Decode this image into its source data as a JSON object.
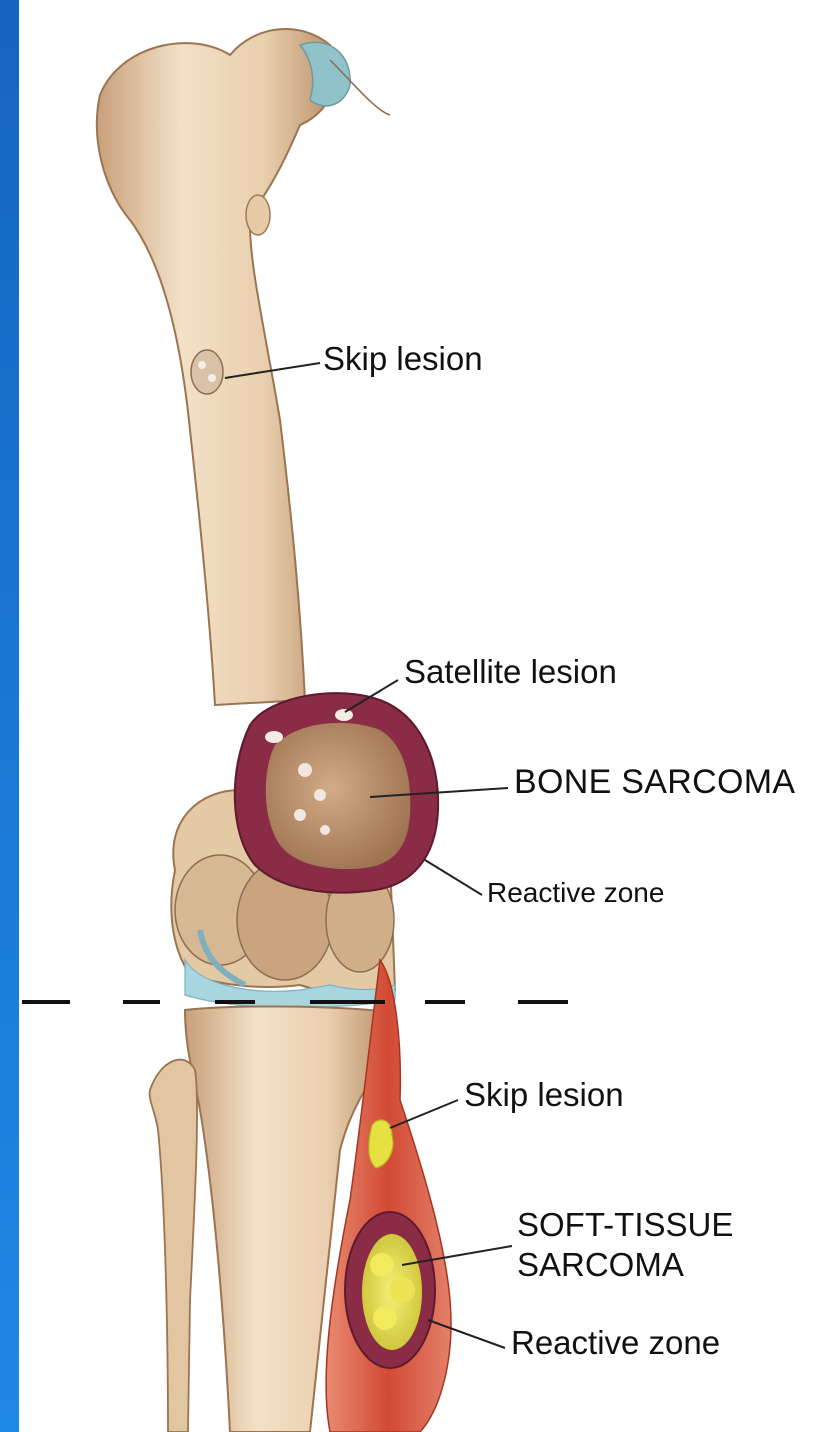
{
  "labels": {
    "skip_lesion_upper": "Skip lesion",
    "satellite_lesion": "Satellite lesion",
    "bone_sarcoma": "BONE SARCOMA",
    "reactive_zone_bone": "Reactive zone",
    "skip_lesion_lower": "Skip lesion",
    "soft_tissue_line1": "SOFT-TISSUE",
    "soft_tissue_line2": "SARCOMA",
    "reactive_zone_soft": "Reactive zone"
  },
  "colors": {
    "frame_bar": "#1976d2",
    "bone": "#eed7b8",
    "bone_shadow": "#c9a07a",
    "tumor_rim": "#8a2c45",
    "tumor_core": "#b88a62",
    "muscle": "#d9533f",
    "soft_tissue_core": "#e8e04a",
    "cartilage": "#9fd0dc",
    "joint_line": "#111111"
  }
}
